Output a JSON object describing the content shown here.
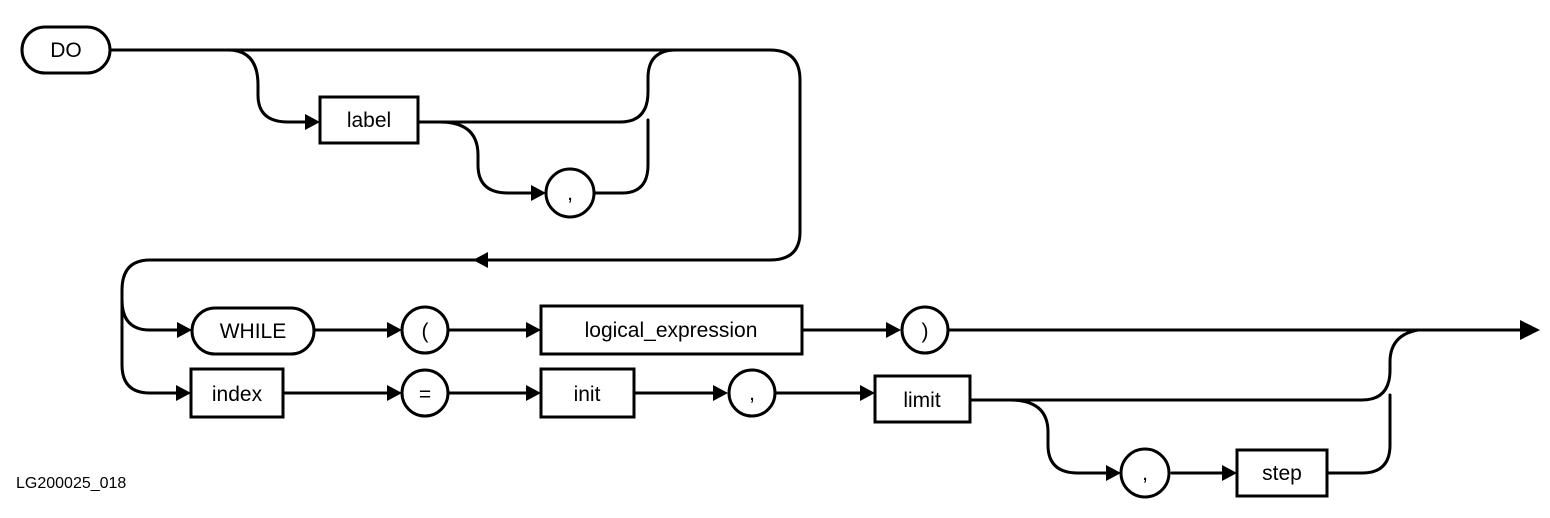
{
  "diagram": {
    "keywords": {
      "do": "DO",
      "while": "WHILE"
    },
    "symbols": {
      "comma_label": ",",
      "open_paren": "(",
      "close_paren": ")",
      "equals": "=",
      "comma_after_init": ",",
      "comma_before_step": ","
    },
    "nonterminals": {
      "label": "label",
      "logical_expression": "logical_expression",
      "index": "index",
      "init": "init",
      "limit": "limit",
      "step": "step"
    },
    "caption": "LG200025_018"
  }
}
